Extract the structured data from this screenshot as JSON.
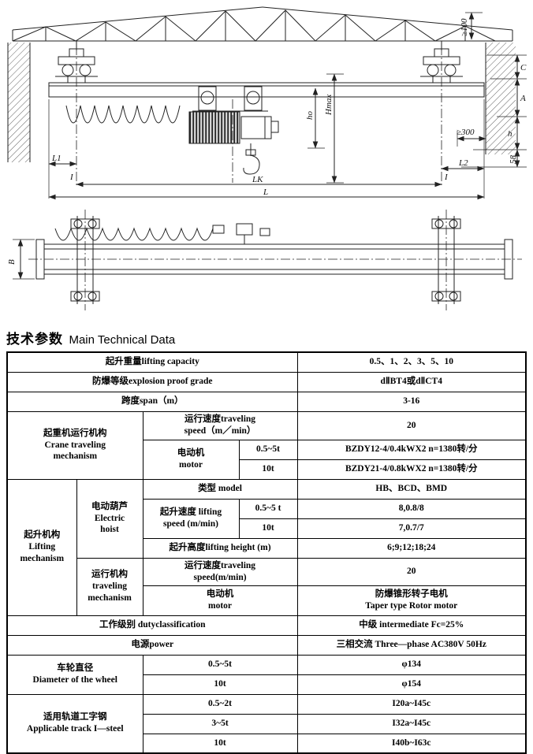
{
  "title": {
    "cn": "技术参数",
    "en": "Main Technical Data"
  },
  "drawing": {
    "elevation": {
      "ge100": "≥100",
      "ge300": "≥300",
      "hmax": "Hmax",
      "ho": "ho",
      "h": "h",
      "c": "C",
      "a": "A",
      "n58": "58",
      "l1": "L1",
      "l2": "L2",
      "lk": "LK",
      "l": "L",
      "i_left": "I",
      "i_right": "I"
    },
    "plan": {
      "b": "B"
    }
  },
  "table": {
    "capacity": {
      "label": "起升重量lifting capacity",
      "value": "0.5、1、2、3、5、10"
    },
    "explosion": {
      "label": "防爆等级explosion proof grade",
      "value": "dⅡBT4或dⅡCT4"
    },
    "span": {
      "label": "跨度span（m）",
      "value": "3-16"
    },
    "crane_traveling": {
      "group": "起重机运行机构\nCrane traveling\nmechanism",
      "speed_label": "运行速度traveling\nspeed（m／min）",
      "speed_value": "20",
      "motor_label": "电动机\nmotor",
      "motor_rows": [
        {
          "cls": "0.5~5t",
          "value": "BZDY12-4/0.4kWX2  n=1380转/分"
        },
        {
          "cls": "10t",
          "value": "BZDY21-4/0.8kWX2  n=1380转/分"
        }
      ]
    },
    "lifting": {
      "group": "起升机构\nLifting\nmechanism",
      "hoist_group": "电动葫芦\nElectric\nhoist",
      "model_label": "类型  model",
      "model_value": "HB、BCD、BMD",
      "speed_label": "起升速度 lifting\nspeed (m/min)",
      "speed_rows": [
        {
          "cls": "0.5~5 t",
          "value": "8,0.8/8"
        },
        {
          "cls": "10t",
          "value": "7,0.7/7"
        }
      ],
      "height_label": "起升高度lifting height (m)",
      "height_value": "6;9;12;18;24",
      "traveling_group": "运行机构\ntraveling\nmechanism",
      "speed2_label": "运行速度traveling\nspeed(m/min)",
      "speed2_value": "20",
      "motor_label": "电动机\nmotor",
      "motor_value": "防爆锥形转子电机\nTaper type Rotor motor"
    },
    "duty": {
      "label": "工作级别 dutyclassification",
      "value": "中级 intermediate Fc=25%"
    },
    "power": {
      "label": "电源power",
      "value": "三相交流  Three—phase AC380V 50Hz"
    },
    "wheel": {
      "group": "车轮直径\nDiameter of the wheel",
      "rows": [
        {
          "cls": "0.5~5t",
          "value": "φ134"
        },
        {
          "cls": "10t",
          "value": "φ154"
        }
      ]
    },
    "track": {
      "group": "适用轨道工字钢\nApplicable track I—steel",
      "rows": [
        {
          "cls": "0.5~2t",
          "value": "I20a~I45c"
        },
        {
          "cls": "3~5t",
          "value": "I32a~I45c"
        },
        {
          "cls": "10t",
          "value": "I40b~I63c"
        }
      ]
    }
  }
}
